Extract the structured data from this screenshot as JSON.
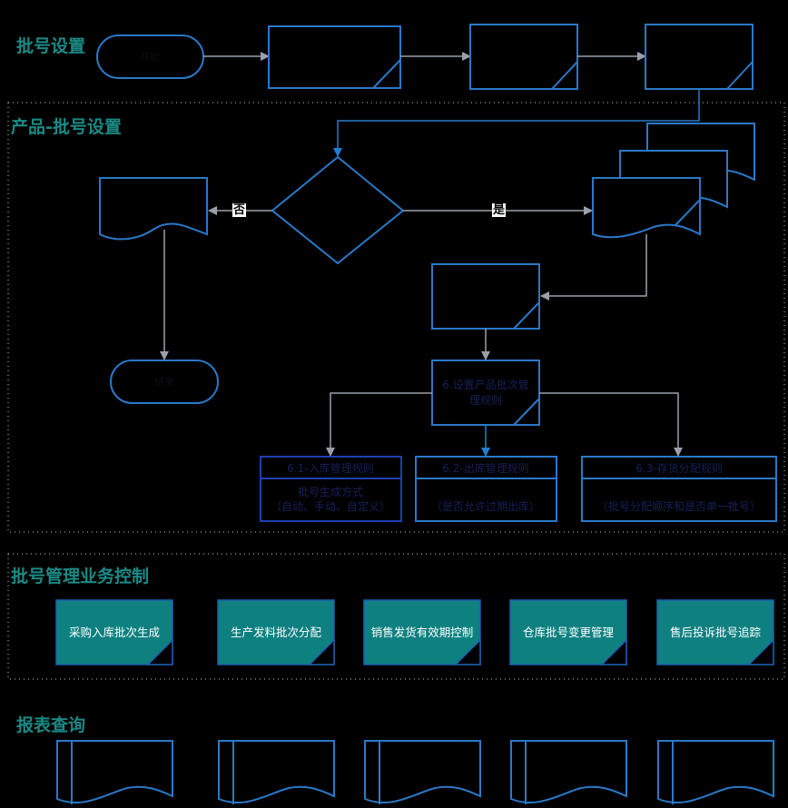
{
  "colors": {
    "shape_stroke": "#2a79c8",
    "connector": "#9aa0aa",
    "section_title": "#1a8a85",
    "teal_fill": "#0e8080",
    "navy_text": "#17205a",
    "dim_text": "#0d0d14"
  },
  "sections": {
    "batch_setup": {
      "title": "批号设置"
    },
    "product_batch_setup": {
      "title": "产品-批号设置"
    },
    "business_control": {
      "title": "批号管理业务控制"
    },
    "report_query": {
      "title": "报表查询"
    }
  },
  "flow": {
    "start": {
      "label": "开始"
    },
    "end": {
      "label": "结束"
    },
    "decision_yes": "是",
    "decision_no": "否",
    "rule_main": {
      "line1": "6.设置产品批次管",
      "line2": "理规则"
    },
    "rules": [
      {
        "title": "6.1-入库管理规则",
        "line1": "批号生成方式",
        "line2": "（自动、手动、自定义）"
      },
      {
        "title": "6.2-出库管理规则",
        "line1": "",
        "line2": "（是否允许过期出库）"
      },
      {
        "title": "6.3-存货分配规则",
        "line1": "",
        "line2": "（批号分配顺序和是否单一批号）"
      }
    ]
  },
  "business_controls": [
    {
      "label": "采购入库批次生成"
    },
    {
      "label": "生产发料批次分配"
    },
    {
      "label": "销售发货有效期控制"
    },
    {
      "label": "仓库批号变更管理"
    },
    {
      "label": "售后投诉批号追踪"
    }
  ],
  "icons": {
    "process_corner": "diagonal-corner-icon",
    "arrowhead": "triangle-arrow-icon"
  }
}
